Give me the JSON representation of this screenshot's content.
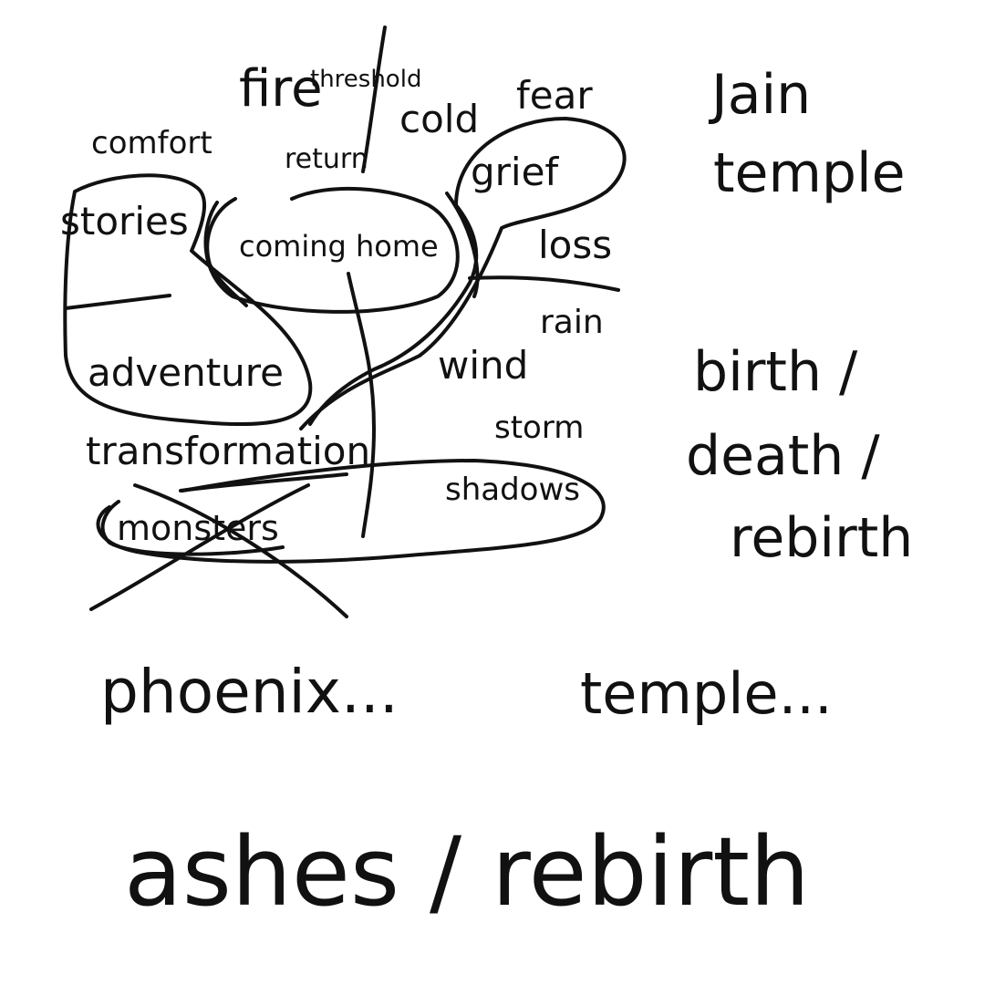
{
  "ink_color": "#111111",
  "background_color": "#ffffff",
  "words": {
    "comfort": "comfort",
    "fire": "fire",
    "threshold": "threshold",
    "cold": "cold",
    "fear": "fear",
    "return": "return",
    "grief": "grief",
    "stories": "stories",
    "coming_home": "coming home",
    "loss": "loss",
    "rain": "rain",
    "adventure": "adventure",
    "wind": "wind",
    "storm": "storm",
    "transformation": "transformation",
    "shadows": "shadows",
    "monsters": "monsters",
    "jain": "Jain",
    "temple_top": "temple",
    "birth": "birth /",
    "death": "death /",
    "rebirth_right": "rebirth",
    "phoenix": "phoenix...",
    "temple_bottom": "temple...",
    "ashes_rebirth": "ashes / rebirth"
  }
}
